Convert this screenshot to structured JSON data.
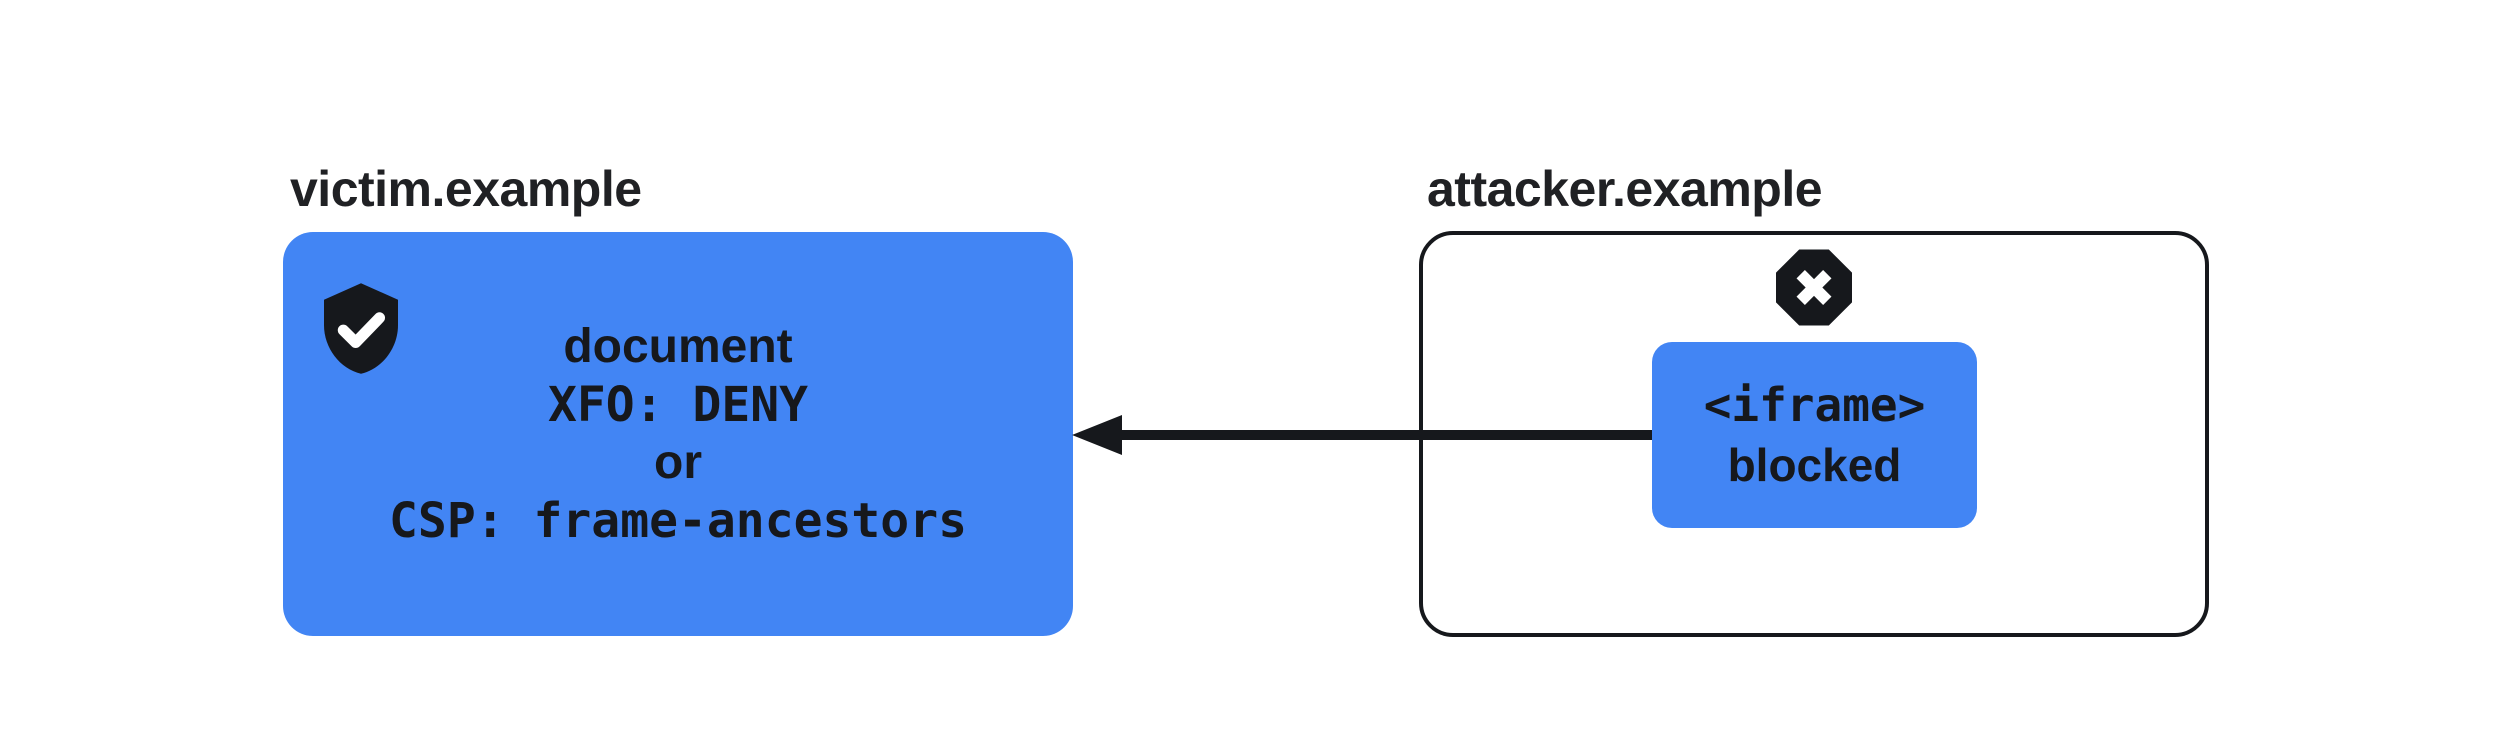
{
  "colors": {
    "blue": "#4285F4",
    "ink": "#16181C",
    "title_ink": "#202124",
    "bg": "#FFFFFF"
  },
  "victim": {
    "domain": "victim.example",
    "badge_icon": "shield-check-icon",
    "protection_lines": [
      "document",
      "XFO: DENY",
      "or",
      "CSP: frame-ancestors"
    ]
  },
  "attacker": {
    "domain": "attacker.example",
    "badge_icon": "octagon-x-icon",
    "iframe_lines": [
      "<iframe>",
      "blocked"
    ]
  },
  "arrow": {
    "meaning": "framing-request-blocked",
    "direction": "right-to-left"
  }
}
